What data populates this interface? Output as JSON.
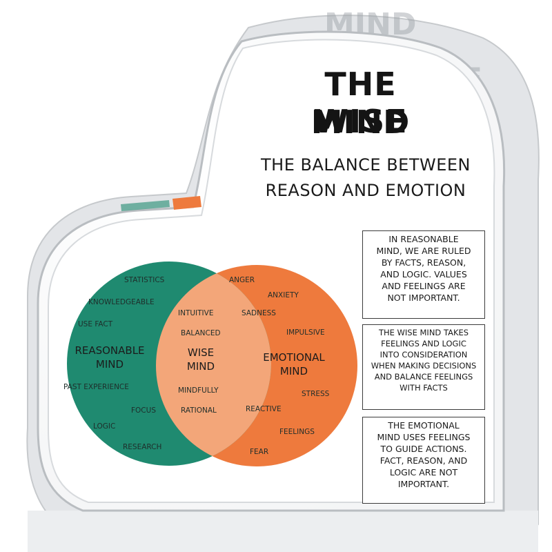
{
  "title": {
    "line1": "THE WISE",
    "line2": "MIND"
  },
  "subtitle": {
    "line1": "THE BALANCE BETWEEN",
    "line2": "REASON AND EMOTION"
  },
  "background_text": {
    "top": "MIND",
    "right": "SE"
  },
  "venn": {
    "reasonable": {
      "title_line1": "REASONABLE",
      "title_line2": "MIND",
      "items": [
        "STATISTICS",
        "KNOWLEDGEABLE",
        "USE FACT",
        "PAST EXPERIENCE",
        "FOCUS",
        "LOGIC",
        "RESEARCH"
      ]
    },
    "wise": {
      "title_line1": "WISE",
      "title_line2": "MIND",
      "items": [
        "INTUITIVE",
        "BALANCED",
        "MINDFULLY",
        "RATIONAL"
      ]
    },
    "emotional": {
      "title_line1": "EMOTIONAL",
      "title_line2": "MIND",
      "items": [
        "ANGER",
        "ANXIETY",
        "SADNESS",
        "IMPULSIVE",
        "STRESS",
        "REACTIVE",
        "FEELINGS",
        "FEAR"
      ]
    }
  },
  "boxes": [
    {
      "lines": [
        "IN REASONABLE",
        "MIND, WE ARE RULED",
        "BY FACTS, REASON,",
        "AND LOGIC. VALUES",
        "AND FEELINGS ARE",
        "NOT IMPORTANT."
      ]
    },
    {
      "lines": [
        "THE WISE MIND TAKES",
        "FEELINGS AND LOGIC",
        "INTO CONSIDERATION",
        "WHEN MAKING DECISIONS",
        "AND BALANCE FEELINGS",
        "WITH FACTS"
      ]
    },
    {
      "lines": [
        "THE EMOTIONAL",
        "MIND USES FEELINGS",
        "TO GUIDE ACTIONS.",
        "FACT, REASON, AND",
        "LOGIC ARE NOT",
        "IMPORTANT."
      ]
    }
  ],
  "colors": {
    "reasonable": "#1f8a70",
    "emotional": "#ee7a3d",
    "overlap": "#f3a679",
    "ink": "#141414"
  }
}
